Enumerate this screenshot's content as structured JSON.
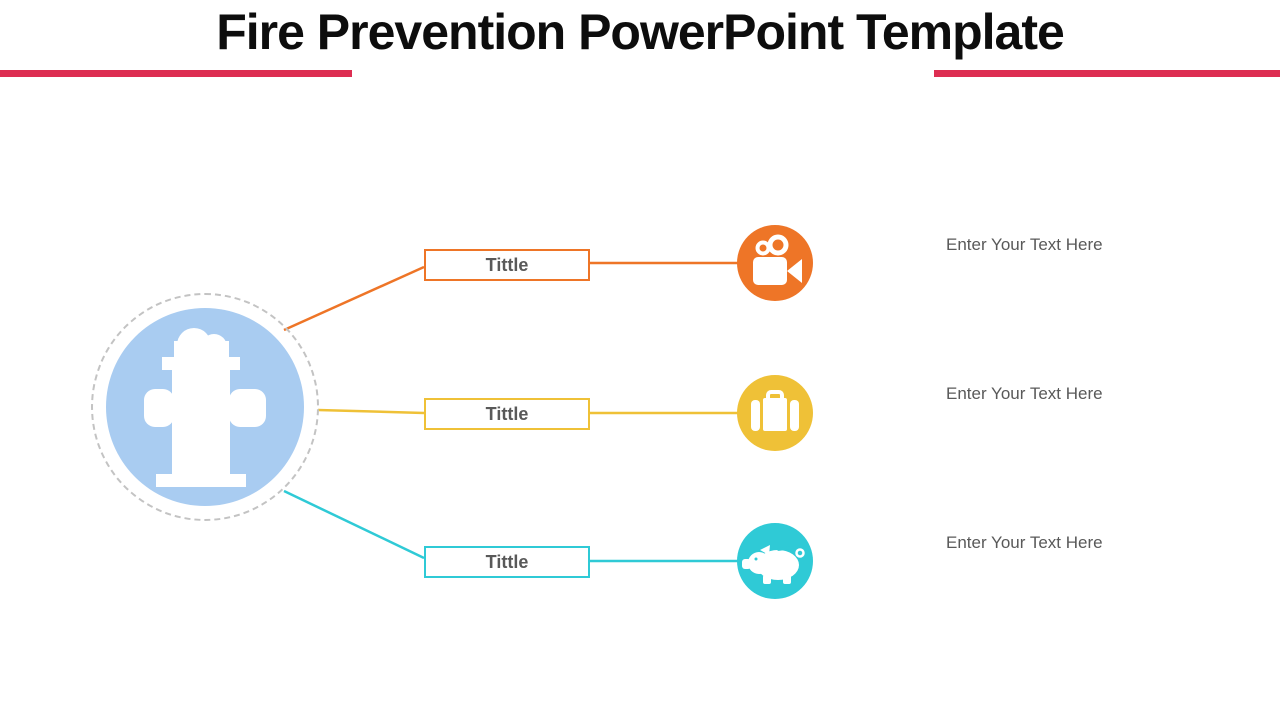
{
  "slide": {
    "title": "Fire Prevention PowerPoint Template"
  },
  "colors": {
    "accent_red": "#DD2E52",
    "orange": "#EE7527",
    "yellow": "#EFC137",
    "teal": "#2FCAD6",
    "hub_blue": "#A9CCF1",
    "ring_gray": "#C3C3C3",
    "text_gray": "#595959",
    "title_black": "#0D0D0D"
  },
  "hub": {
    "icon": "fire-hydrant-icon"
  },
  "rows": [
    {
      "box_label": "Tittle",
      "icon": "video-camera-icon",
      "placeholder": "Enter Your Text Here",
      "color": "#EE7527"
    },
    {
      "box_label": "Tittle",
      "icon": "briefcase-icon",
      "placeholder": "Enter Your Text Here",
      "color": "#EFC137"
    },
    {
      "box_label": "Tittle",
      "icon": "piggy-bank-icon",
      "placeholder": "Enter Your Text Here",
      "color": "#2FCAD6"
    }
  ]
}
